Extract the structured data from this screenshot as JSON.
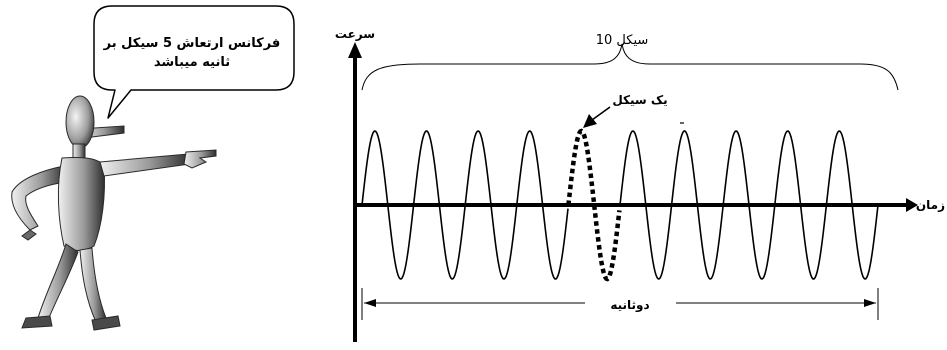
{
  "speech_bubble": {
    "text": "فرکانس ارتعاش 5 سیکل بر ثانیه میباشد"
  },
  "diagram": {
    "y_axis_label": "سرعت",
    "x_axis_label": "زمان",
    "cycles_label": "سیکل 10",
    "one_cycle_label": "یک سیکل",
    "duration_label": "دوثانیه"
  },
  "wave": {
    "cycle_count": 10,
    "highlighted_cycle_index": 4,
    "duration_seconds": 2,
    "frequency_hz": 5
  },
  "colors": {
    "line": "#000000",
    "figure_light": "#d8d8d8",
    "figure_dark": "#3a3a3a",
    "background": "#ffffff"
  },
  "icons": {
    "figure": "pointing-man-figure",
    "bubble": "speech-bubble"
  }
}
